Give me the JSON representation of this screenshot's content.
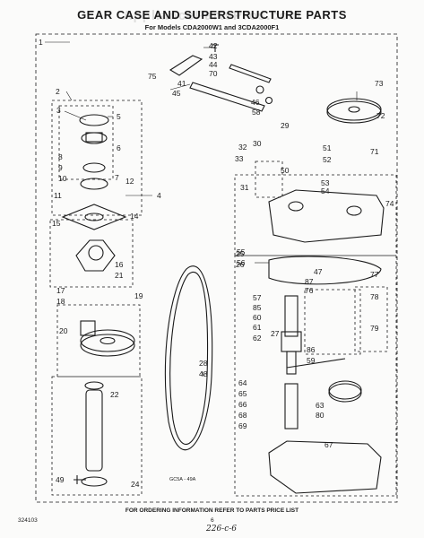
{
  "header": {
    "title": "GEAR CASE AND SUPERSTRUCTURE PARTS",
    "subtitle": "For Models CDA2000W1 and 3CDA2000F1",
    "watermark": "AppliancePartsPros.com"
  },
  "footer": {
    "note": "FOR ORDERING INFORMATION REFER TO PARTS PRICE LIST",
    "code": "324103",
    "page": "6",
    "handwritten": "226-c-6",
    "belt_label": "GC5A - 49A"
  },
  "colors": {
    "ink": "#1a1a1a",
    "paper": "#fbfbfa"
  },
  "callouts": [
    "1",
    "2",
    "3",
    "4",
    "5",
    "6",
    "7",
    "8",
    "9",
    "10",
    "11",
    "12",
    "14",
    "15",
    "16",
    "17",
    "18",
    "19",
    "20",
    "21",
    "22",
    "24",
    "25",
    "26",
    "27",
    "28",
    "29",
    "30",
    "31",
    "32",
    "33",
    "41",
    "42",
    "43",
    "44",
    "45",
    "46",
    "47",
    "48",
    "49",
    "50",
    "51",
    "52",
    "53",
    "54",
    "55",
    "56",
    "57",
    "58",
    "59",
    "60",
    "61",
    "62",
    "63",
    "64",
    "65",
    "66",
    "67",
    "68",
    "69",
    "70",
    "71",
    "72",
    "73",
    "74",
    "75",
    "76",
    "77",
    "78",
    "79",
    "80",
    "85",
    "86",
    "87"
  ]
}
